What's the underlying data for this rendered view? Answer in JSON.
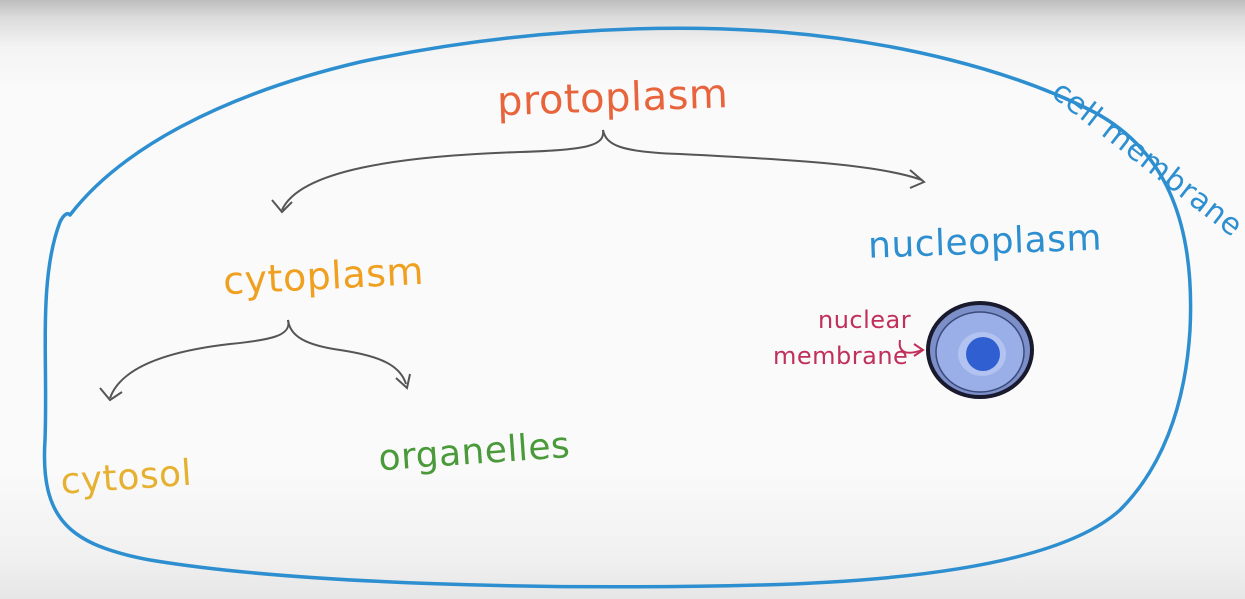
{
  "labels": {
    "protoplasm": "protoplasm",
    "cytoplasm": "cytoplasm",
    "nucleoplasm": "nucleoplasm",
    "cytosol": "cytosol",
    "organelles": "organelles",
    "cell_membrane": "cell membrane",
    "nuclear": "nuclear",
    "membrane": "membrane"
  },
  "colors": {
    "protoplasm": "#e8643c",
    "cytoplasm": "#f0a020",
    "nucleoplasm": "#2e8fd0",
    "cytosol": "#e6b030",
    "organelles": "#4a9a3a",
    "cell_membrane": "#2e8fd0",
    "nuclear_membrane_label": "#c0305a",
    "arrows": "#555555",
    "nucleus_outer": "#1a1a2e",
    "nucleus_fill": "#9aaee8",
    "nucleolus": "#2f5fd0"
  }
}
